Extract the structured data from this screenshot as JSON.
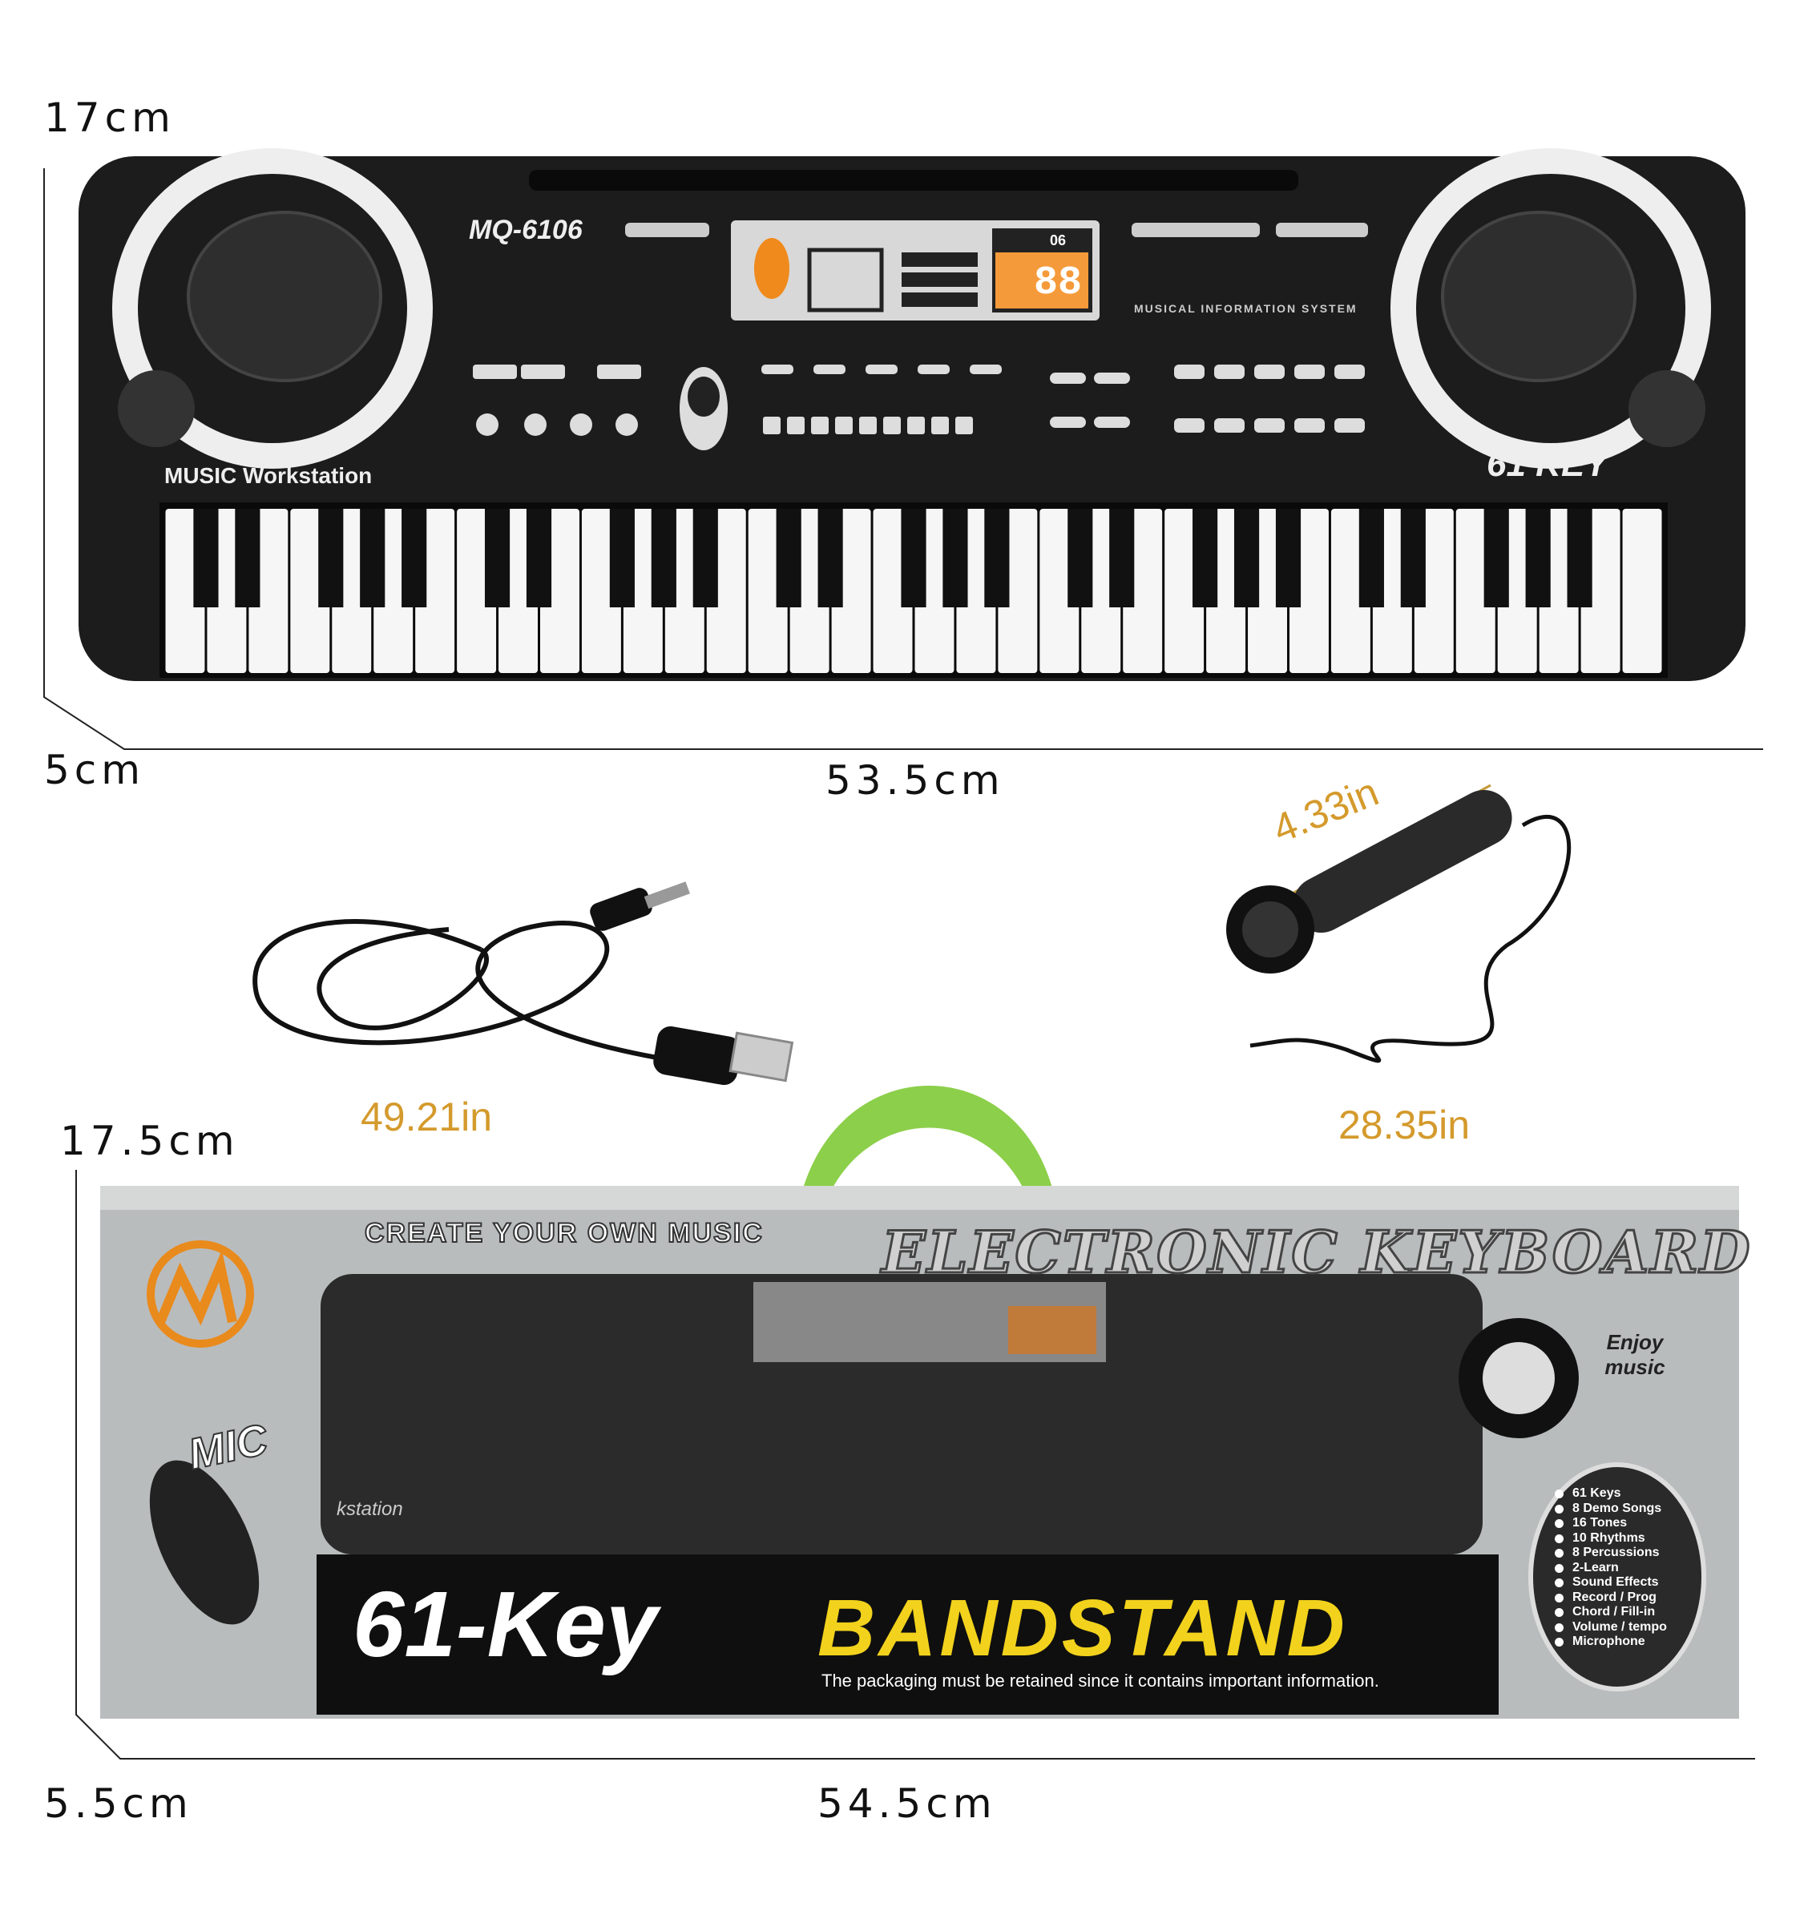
{
  "dimensions": {
    "keyboard_height": "17cm",
    "keyboard_depth": "5cm",
    "keyboard_width": "53.5cm",
    "box_height": "17.5cm",
    "box_depth": "5.5cm",
    "box_width": "54.5cm"
  },
  "accessories": {
    "usb_cable_length": "49.21in",
    "mic_length": "4.33in",
    "mic_cable_length": "28.35in"
  },
  "keyboard": {
    "model": "MQ-6106",
    "brand_label": "MUSIC Workstation",
    "key_badge": "61 KEY",
    "panel_title": "MUSICAL INFORMATION SYSTEM",
    "display_value": "88",
    "display_small": "06",
    "white_key_count": 36,
    "body_color": "#1c1c1c"
  },
  "box": {
    "slogan": "CREATE YOUR OWN MUSIC",
    "title": "ELECTRONIC KEYBOARD",
    "mic_label": "MIC",
    "enjoy": "Enjoy music",
    "headline_left": "61-Key",
    "headline_right": "BANDSTAND",
    "disclaimer": "The packaging must be retained since it contains important information.",
    "window_label": "kstation",
    "features": [
      "61 Keys",
      "8 Demo Songs",
      "16 Tones",
      "10 Rhythms",
      "8 Percussions",
      "2-Learn",
      "Sound Effects",
      "Record / Prog",
      "Chord / Fill-in",
      "Volume / tempo",
      "Microphone"
    ],
    "accent_yellow": "#f2d21c",
    "handle_green": "#8ccf4a"
  }
}
